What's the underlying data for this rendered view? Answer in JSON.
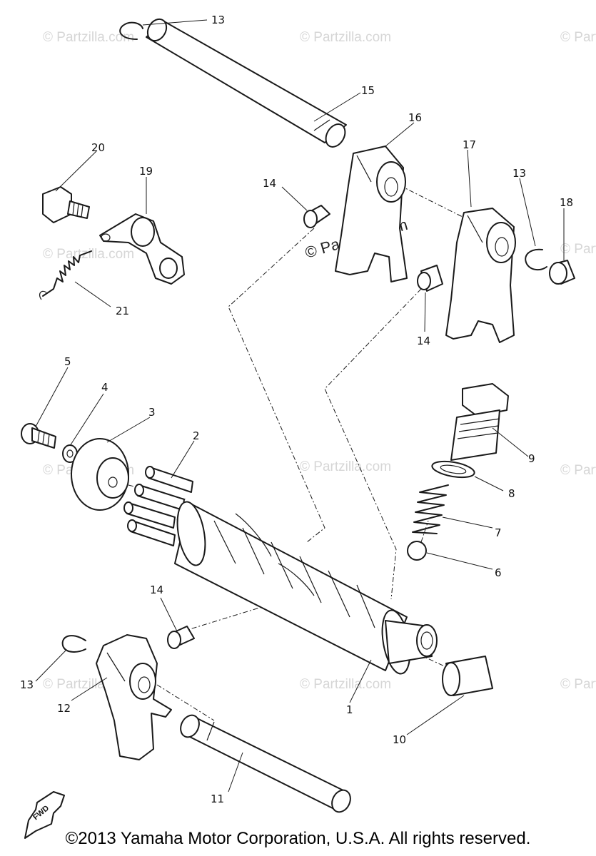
{
  "diagram": {
    "watermark": "© Partzilla.com",
    "fwd_label": "FWD",
    "copyright": "©2013 Yamaha Motor Corporation, U.S.A. All rights reserved.",
    "callouts": {
      "c13a": "13",
      "c15": "15",
      "c16": "16",
      "c17": "17",
      "c13b": "13",
      "c18": "18",
      "c14a": "14",
      "c14b": "14",
      "c20": "20",
      "c19": "19",
      "c21": "21",
      "c5": "5",
      "c4": "4",
      "c3": "3",
      "c2": "2",
      "c9": "9",
      "c8": "8",
      "c7": "7",
      "c6": "6",
      "c14c": "14",
      "c13c": "13",
      "c12": "12",
      "c1": "1",
      "c10": "10",
      "c11": "11"
    }
  }
}
